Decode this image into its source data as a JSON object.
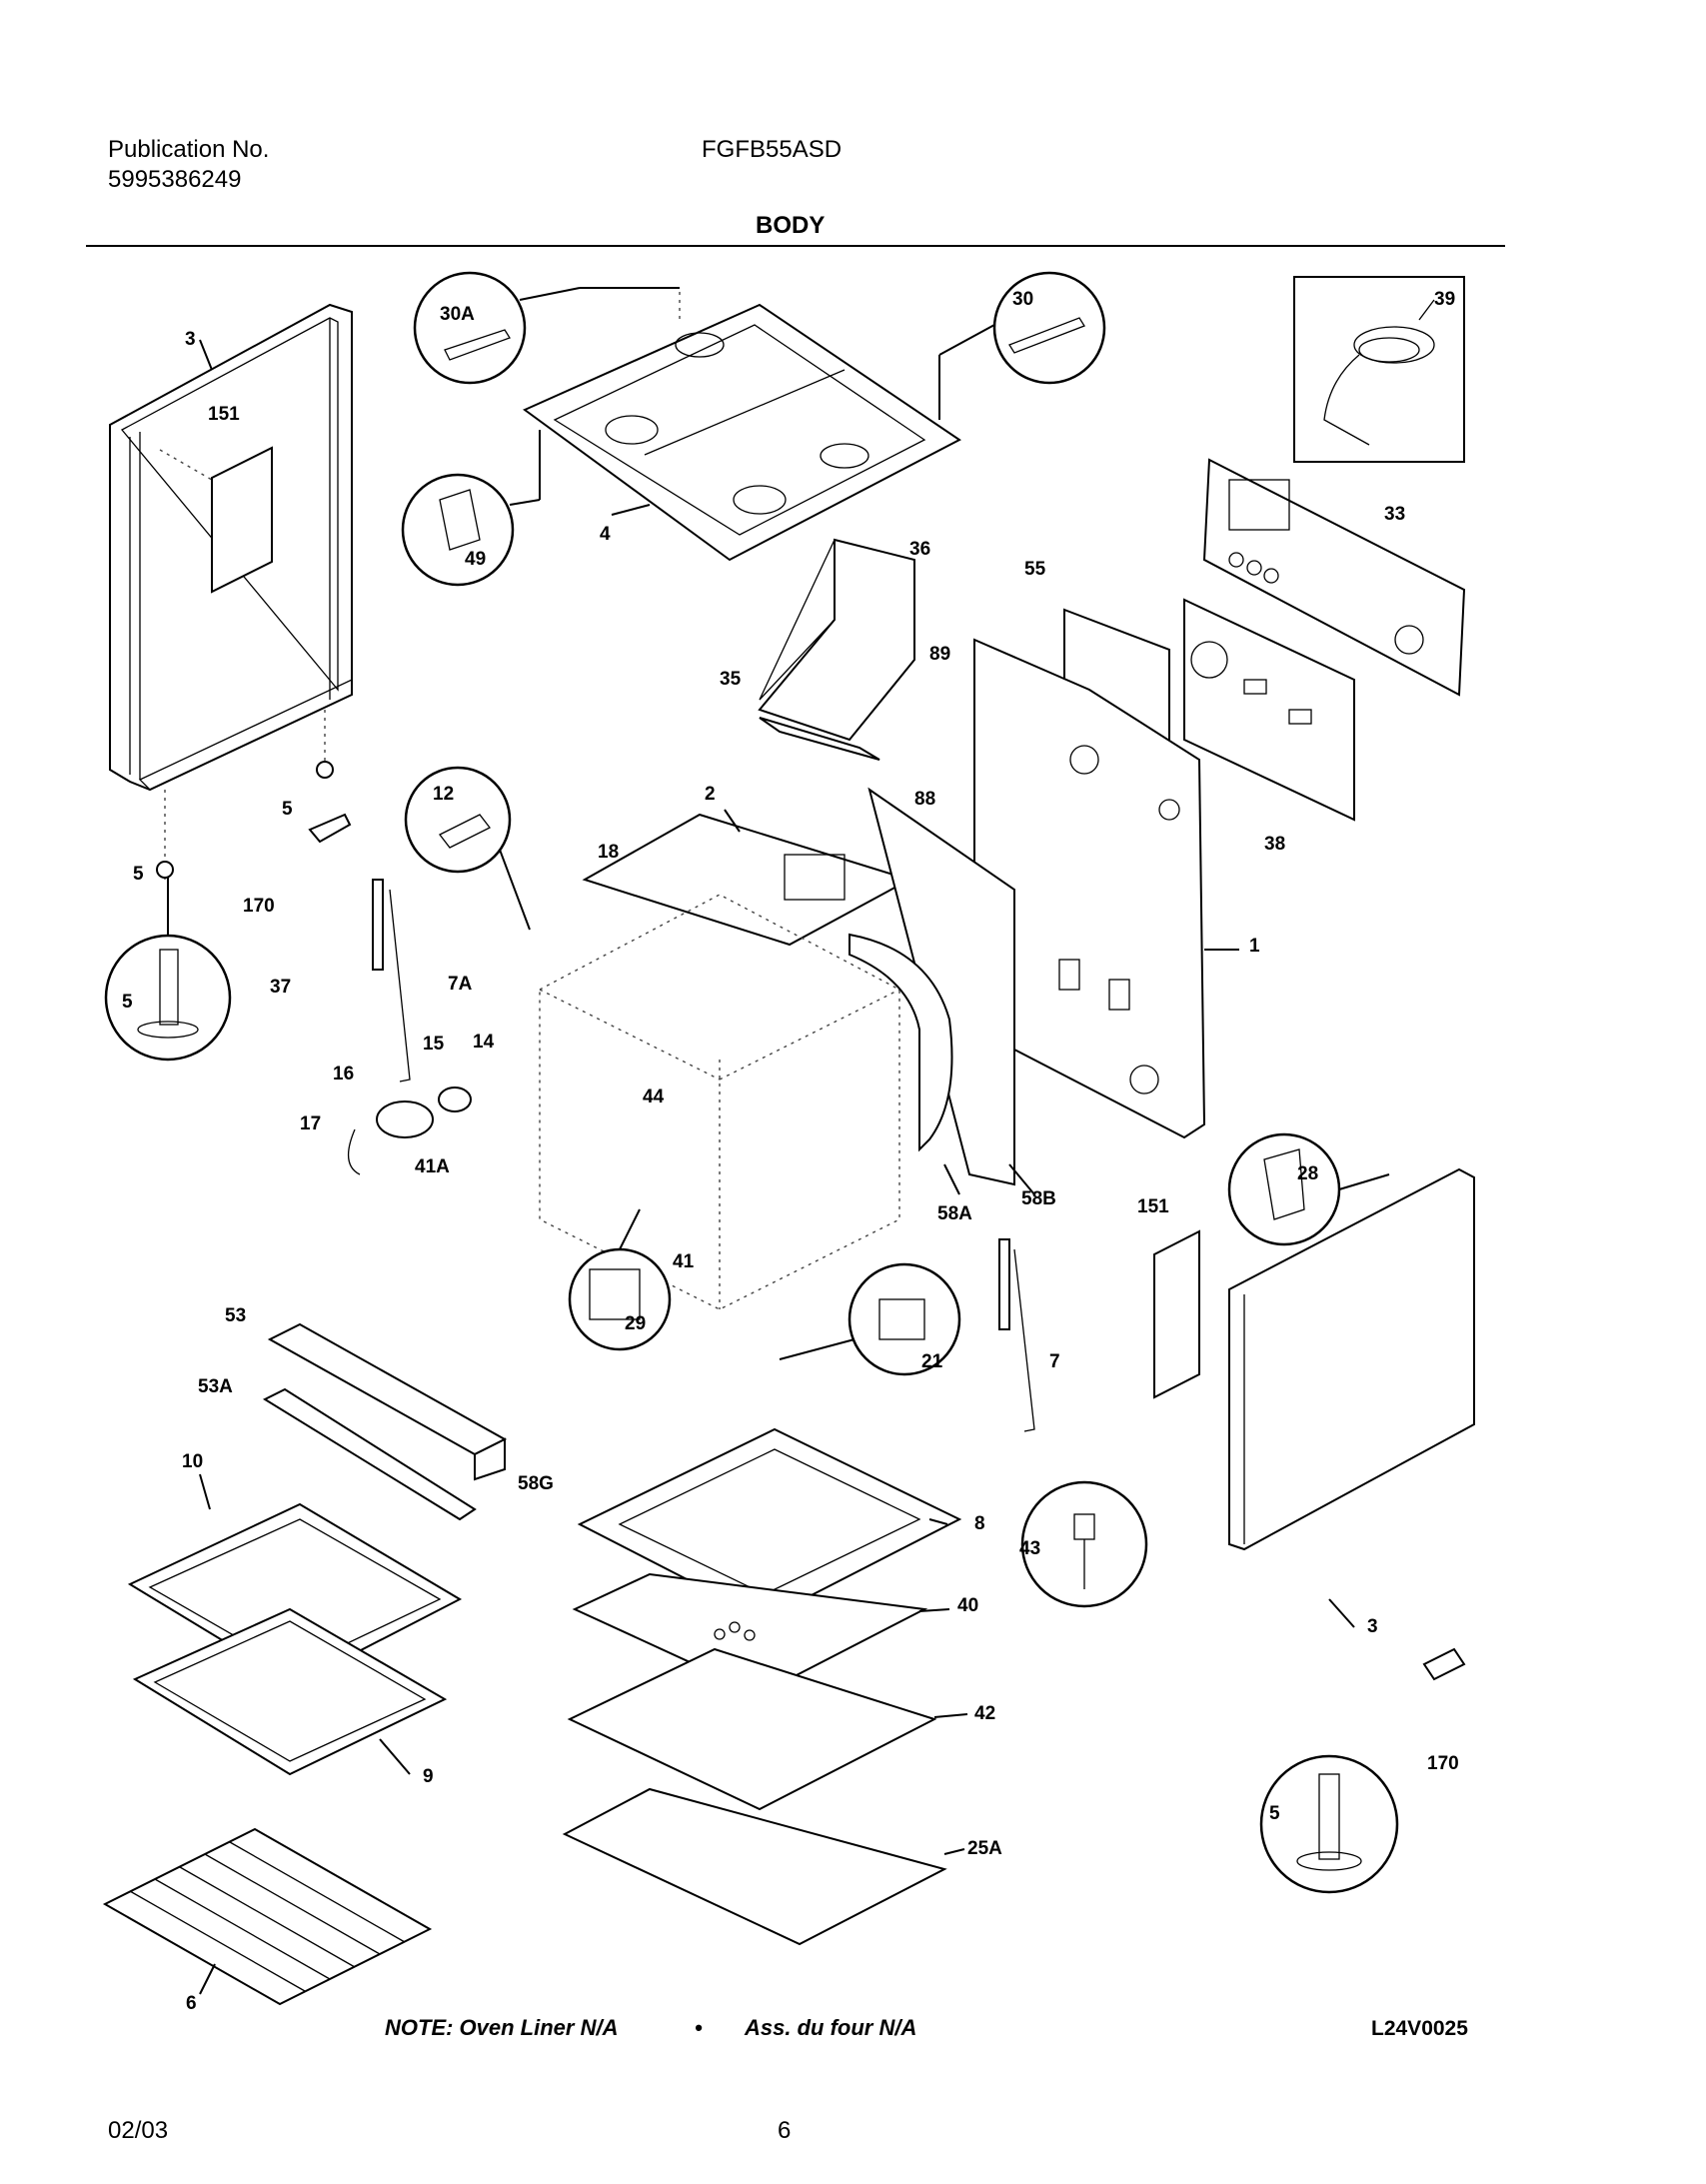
{
  "header": {
    "publication_label": "Publication No.",
    "publication_number": "5995386249",
    "model": "FGFB55ASD",
    "section": "BODY"
  },
  "callouts": {
    "c3_left": "3",
    "c151_left": "151",
    "c30A": "30A",
    "c30": "30",
    "c39": "39",
    "c4": "4",
    "c49": "49",
    "c33": "33",
    "c36": "36",
    "c55": "55",
    "c89": "89",
    "c35": "35",
    "c88": "88",
    "c38": "38",
    "c5_a": "5",
    "c5_b": "5",
    "c5_c": "5",
    "c170_left": "170",
    "c12": "12",
    "c2": "2",
    "c18": "18",
    "c1": "1",
    "c37": "37",
    "c7A": "7A",
    "c15": "15",
    "c14": "14",
    "c16": "16",
    "c17": "17",
    "c44": "44",
    "c41A": "41A",
    "c58A": "58A",
    "c58B": "58B",
    "c28": "28",
    "c151_right": "151",
    "c41": "41",
    "c29": "29",
    "c21": "21",
    "c7": "7",
    "c53": "53",
    "c53A": "53A",
    "c58G": "58G",
    "c10": "10",
    "c8": "8",
    "c43": "43",
    "c40": "40",
    "c3_right": "3",
    "c42": "42",
    "c9": "9",
    "c5_d": "5",
    "c170_right": "170",
    "c25A": "25A",
    "c6": "6"
  },
  "note": {
    "english": "NOTE: Oven Liner N/A",
    "bullet": "•",
    "french": "Ass. du four N/A"
  },
  "drawing_code": "L24V0025",
  "footer": {
    "date": "02/03",
    "page": "6"
  }
}
